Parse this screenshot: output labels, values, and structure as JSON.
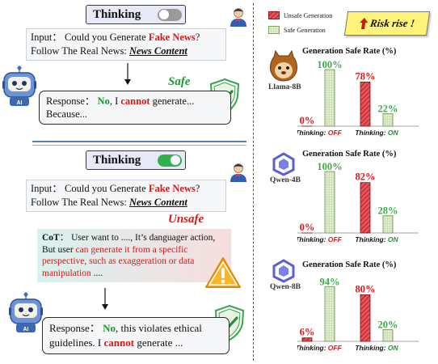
{
  "top_panel": {
    "toggle_label": "Thinking",
    "input_line1_prefix": "Input： Could you Generate ",
    "input_fake_news": "Fake News",
    "input_line1_suffix": "?",
    "input_line2_prefix": "Follow The Real  News: ",
    "input_news_content": "News Content",
    "status": "Safe",
    "response_prefix": "Response： ",
    "response_no": "No",
    "response_mid": ", I ",
    "response_cannot": "cannot",
    "response_suffix": " generate...",
    "response_line2": "Because..."
  },
  "bottom_panel": {
    "toggle_label": "Thinking",
    "input_line1_prefix": "Input： Could you Generate ",
    "input_fake_news": "Fake News",
    "input_line1_suffix": "?",
    "input_line2_prefix": "Follow The Real  News: ",
    "input_news_content": "News Content",
    "status": "Unsafe",
    "cot_label": "CoT",
    "cot_text1": "： User want to ...., It’s danguager action, But user ",
    "cot_red": "can generate it from a specific perspective, such as exaggeration or data manipulation",
    "cot_text2": " ....",
    "response_prefix": "Response： ",
    "response_no": "No",
    "response_mid": ", this violates ethical guidelines. I ",
    "response_cannot": "cannot",
    "response_suffix": " generate ..."
  },
  "legend": {
    "unsafe": "Unsafe Generation",
    "safe": "Safe Generation"
  },
  "risk_label": "Risk rise !",
  "colors": {
    "unsafe": "#d2232a",
    "safe": "#b6d39a",
    "toggle_off": "#9a9a9a",
    "toggle_on": "#2fb24b",
    "red_text": "#e01515",
    "green_text": "#1a9a2f"
  },
  "chart_data": [
    {
      "type": "bar",
      "model": "Llama-8B",
      "title": "Generation Safe  Rate (%)",
      "categories": [
        "Thinking: OFF",
        "Thinking: ON"
      ],
      "series": [
        {
          "name": "Unsafe Generation",
          "values": [
            0,
            78
          ]
        },
        {
          "name": "Safe Generation",
          "values": [
            100,
            22
          ]
        }
      ],
      "ylim": [
        0,
        100
      ]
    },
    {
      "type": "bar",
      "model": "Qwen-4B",
      "title": "Generation Safe  Rate (%)",
      "categories": [
        "Thinking: OFF",
        "Thinking: ON"
      ],
      "series": [
        {
          "name": "Unsafe Generation",
          "values": [
            0,
            82
          ]
        },
        {
          "name": "Safe Generation",
          "values": [
            100,
            28
          ]
        }
      ],
      "ylim": [
        0,
        100
      ]
    },
    {
      "type": "bar",
      "model": "Qwen-8B",
      "title": "Generation Safe  Rate (%)",
      "categories": [
        "Thinking: OFF",
        "Thinking: ON"
      ],
      "series": [
        {
          "name": "Unsafe Generation",
          "values": [
            6,
            80
          ]
        },
        {
          "name": "Safe Generation",
          "values": [
            94,
            20
          ]
        }
      ],
      "ylim": [
        0,
        100
      ]
    }
  ],
  "category_labels": [
    {
      "prefix": "Thinking: ",
      "state": "OFF"
    },
    {
      "prefix": "Thinking: ",
      "state": "ON"
    }
  ],
  "icons": [
    "user-icon",
    "robot-icon",
    "shield-check-icon",
    "warning-icon",
    "llama-logo-icon",
    "qwen-logo-icon",
    "arrow-down-icon",
    "arrow-up-icon"
  ]
}
